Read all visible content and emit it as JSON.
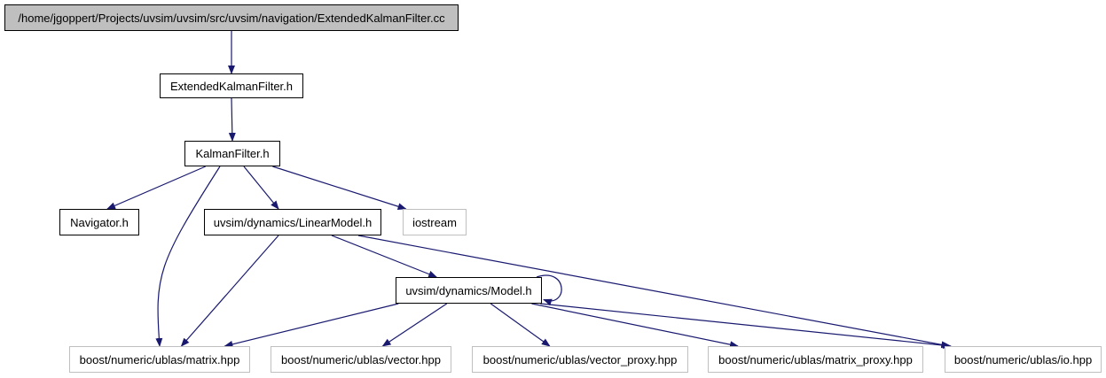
{
  "diagram": {
    "colors": {
      "edge": "#191970",
      "root_fill": "#bfbfbf",
      "local_border": "#000000",
      "external_border": "#bfbfbf"
    },
    "nodes": {
      "root": "/home/jgoppert/Projects/uvsim/uvsim/src/uvsim/navigation/ExtendedKalmanFilter.cc",
      "ekf_h": "ExtendedKalmanFilter.h",
      "kalman_h": "KalmanFilter.h",
      "navigator_h": "Navigator.h",
      "linear_model_h": "uvsim/dynamics/LinearModel.h",
      "iostream": "iostream",
      "model_h": "uvsim/dynamics/Model.h",
      "matrix_hpp": "boost/numeric/ublas/matrix.hpp",
      "vector_hpp": "boost/numeric/ublas/vector.hpp",
      "vector_proxy_hpp": "boost/numeric/ublas/vector_proxy.hpp",
      "matrix_proxy_hpp": "boost/numeric/ublas/matrix_proxy.hpp",
      "io_hpp": "boost/numeric/ublas/io.hpp"
    },
    "edges": [
      [
        "root",
        "ekf_h"
      ],
      [
        "ekf_h",
        "kalman_h"
      ],
      [
        "kalman_h",
        "navigator_h"
      ],
      [
        "kalman_h",
        "matrix_hpp"
      ],
      [
        "kalman_h",
        "linear_model_h"
      ],
      [
        "kalman_h",
        "iostream"
      ],
      [
        "linear_model_h",
        "matrix_hpp"
      ],
      [
        "linear_model_h",
        "model_h"
      ],
      [
        "linear_model_h",
        "io_hpp"
      ],
      [
        "model_h",
        "model_h"
      ],
      [
        "model_h",
        "matrix_hpp"
      ],
      [
        "model_h",
        "vector_hpp"
      ],
      [
        "model_h",
        "vector_proxy_hpp"
      ],
      [
        "model_h",
        "matrix_proxy_hpp"
      ],
      [
        "model_h",
        "io_hpp"
      ]
    ]
  }
}
